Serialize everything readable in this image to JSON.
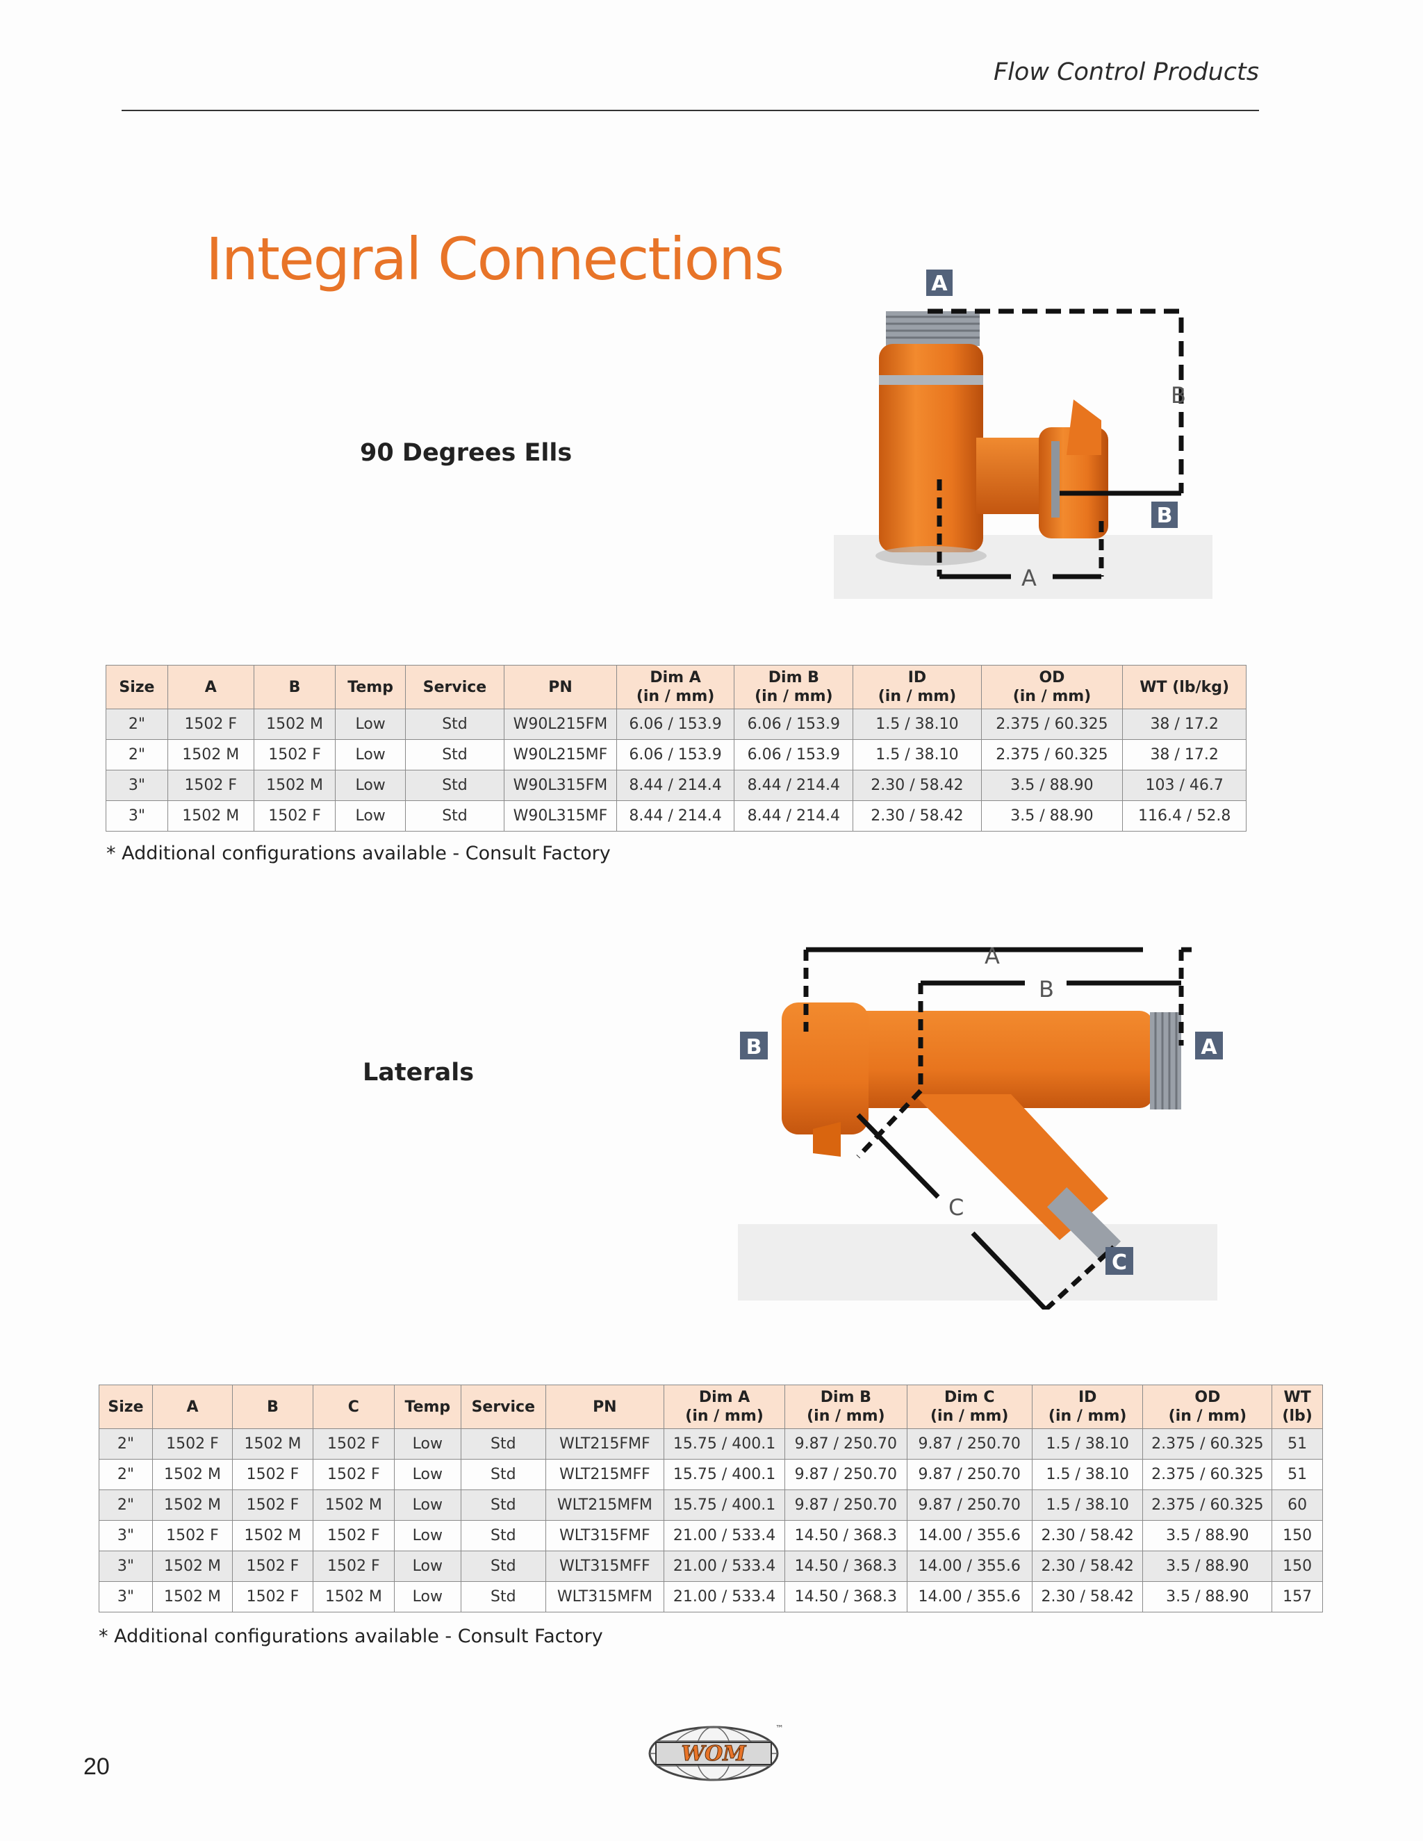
{
  "header": {
    "section": "Flow Control Products"
  },
  "page_title": "Integral Connections",
  "ells": {
    "title": "90 Degrees Ells",
    "diagram_labels": {
      "a_top": "A",
      "b_side": "B",
      "b_box": "B",
      "a_bottom": "A"
    },
    "columns": [
      "Size",
      "A",
      "B",
      "Temp",
      "Service",
      "PN",
      "Dim A\n(in / mm)",
      "Dim B\n(in / mm)",
      "ID\n(in / mm)",
      "OD\n(in / mm)",
      "WT (lb/kg)"
    ],
    "rows": [
      [
        "2\"",
        "1502 F",
        "1502 M",
        "Low",
        "Std",
        "W90L215FM",
        "6.06 / 153.9",
        "6.06 / 153.9",
        "1.5 / 38.10",
        "2.375 / 60.325",
        "38 / 17.2"
      ],
      [
        "2\"",
        "1502 M",
        "1502 F",
        "Low",
        "Std",
        "W90L215MF",
        "6.06 / 153.9",
        "6.06 / 153.9",
        "1.5 / 38.10",
        "2.375 / 60.325",
        "38 / 17.2"
      ],
      [
        "3\"",
        "1502 F",
        "1502 M",
        "Low",
        "Std",
        "W90L315FM",
        "8.44 / 214.4",
        "8.44 / 214.4",
        "2.30 / 58.42",
        "3.5 / 88.90",
        "103 / 46.7"
      ],
      [
        "3\"",
        "1502 M",
        "1502 F",
        "Low",
        "Std",
        "W90L315MF",
        "8.44 / 214.4",
        "8.44 / 214.4",
        "2.30 / 58.42",
        "3.5 / 88.90",
        "116.4 / 52.8"
      ]
    ],
    "note": "* Additional configurations available - Consult Factory"
  },
  "laterals": {
    "title": "Laterals",
    "diagram_labels": {
      "a_dim": "A",
      "b_dim": "B",
      "c_dim": "C",
      "b_box": "B",
      "a_box": "A",
      "c_box": "C"
    },
    "columns": [
      "Size",
      "A",
      "B",
      "C",
      "Temp",
      "Service",
      "PN",
      "Dim A\n(in / mm)",
      "Dim B\n(in / mm)",
      "Dim C\n(in / mm)",
      "ID\n(in / mm)",
      "OD\n(in / mm)",
      "WT\n(lb)"
    ],
    "rows": [
      [
        "2\"",
        "1502 F",
        "1502 M",
        "1502 F",
        "Low",
        "Std",
        "WLT215FMF",
        "15.75 / 400.1",
        "9.87 / 250.70",
        "9.87 / 250.70",
        "1.5 / 38.10",
        "2.375 / 60.325",
        "51"
      ],
      [
        "2\"",
        "1502 M",
        "1502 F",
        "1502 F",
        "Low",
        "Std",
        "WLT215MFF",
        "15.75 / 400.1",
        "9.87 / 250.70",
        "9.87 / 250.70",
        "1.5 / 38.10",
        "2.375 / 60.325",
        "51"
      ],
      [
        "2\"",
        "1502 M",
        "1502 F",
        "1502 M",
        "Low",
        "Std",
        "WLT215MFM",
        "15.75 / 400.1",
        "9.87 / 250.70",
        "9.87 / 250.70",
        "1.5 / 38.10",
        "2.375 / 60.325",
        "60"
      ],
      [
        "3\"",
        "1502 F",
        "1502 M",
        "1502 F",
        "Low",
        "Std",
        "WLT315FMF",
        "21.00 / 533.4",
        "14.50 / 368.3",
        "14.00 / 355.6",
        "2.30 / 58.42",
        "3.5 / 88.90",
        "150"
      ],
      [
        "3\"",
        "1502 M",
        "1502 F",
        "1502 F",
        "Low",
        "Std",
        "WLT315MFF",
        "21.00 / 533.4",
        "14.50 / 368.3",
        "14.00 / 355.6",
        "2.30 / 58.42",
        "3.5 / 88.90",
        "150"
      ],
      [
        "3\"",
        "1502 M",
        "1502 F",
        "1502 M",
        "Low",
        "Std",
        "WLT315MFM",
        "21.00 / 533.4",
        "14.50 / 368.3",
        "14.00 / 355.6",
        "2.30 / 58.42",
        "3.5 / 88.90",
        "157"
      ]
    ],
    "note": "* Additional configurations available - Consult Factory"
  },
  "footer": {
    "page_number": "20",
    "logo_text": "WOM",
    "trademark": "™"
  },
  "colors": {
    "accent": "#e87428",
    "header_fill": "#fbe1cf",
    "pipe_orange": "#e8751e"
  }
}
